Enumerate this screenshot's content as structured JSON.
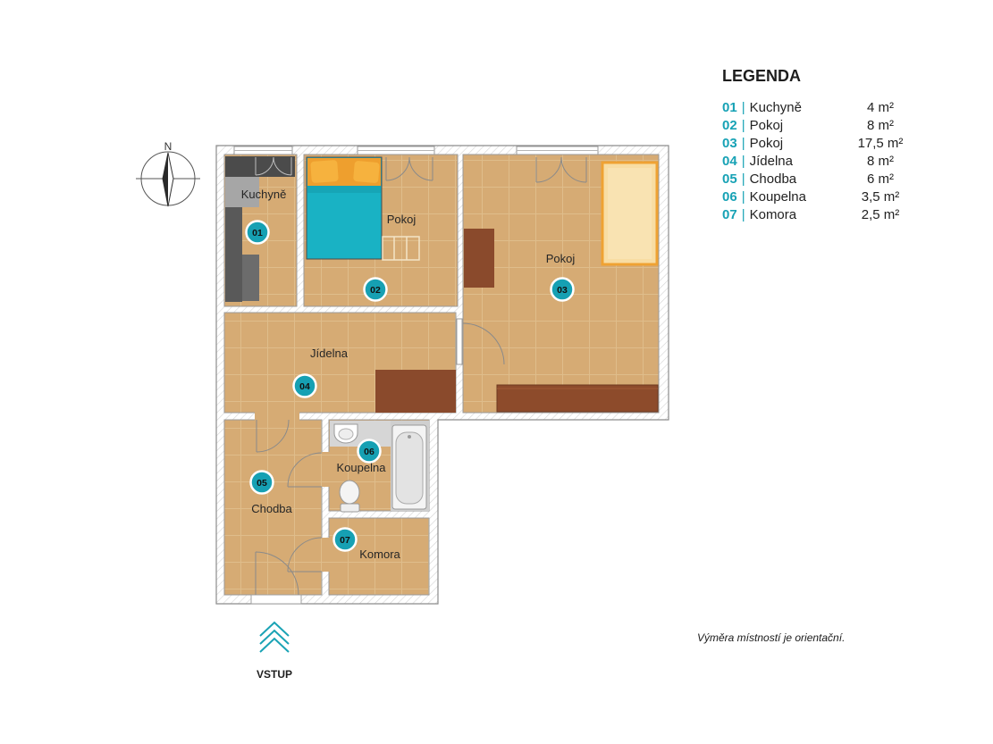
{
  "compass": {
    "north_label": "N",
    "icon": "compass-icon"
  },
  "rooms": [
    {
      "id": "01",
      "label": "Kuchyně"
    },
    {
      "id": "02",
      "label": "Pokoj"
    },
    {
      "id": "03",
      "label": "Pokoj"
    },
    {
      "id": "04",
      "label": "Jídelna"
    },
    {
      "id": "05",
      "label": "Chodba"
    },
    {
      "id": "06",
      "label": "Koupelna"
    },
    {
      "id": "07",
      "label": "Komora"
    }
  ],
  "legend": {
    "title": "LEGENDA",
    "separator": "|",
    "items": [
      {
        "number": "01",
        "name": "Kuchyně",
        "area": "4 m²"
      },
      {
        "number": "02",
        "name": "Pokoj",
        "area": "8 m²"
      },
      {
        "number": "03",
        "name": "Pokoj",
        "area": "17,5 m²"
      },
      {
        "number": "04",
        "name": "Jídelna",
        "area": "8 m²"
      },
      {
        "number": "05",
        "name": "Chodba",
        "area": "6 m²"
      },
      {
        "number": "06",
        "name": "Koupelna",
        "area": "3,5 m²"
      },
      {
        "number": "07",
        "name": "Komora",
        "area": "2,5 m²"
      }
    ]
  },
  "note": "Výměra místností je orientační.",
  "entrance": {
    "label": "VSTUP",
    "icon": "entrance-arrow-icon"
  },
  "colors": {
    "accent": "#1aa3b5",
    "floor": "#d6ab74",
    "furniture_wood": "#8a4a2c",
    "bed_blanket": "#19b2c4",
    "bed_pillows": "#f0a233",
    "text": "#222222"
  }
}
